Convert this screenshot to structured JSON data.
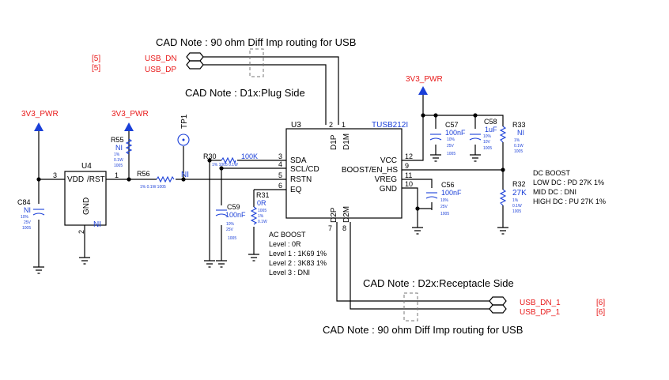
{
  "notes": {
    "cad_top": "CAD Note : 90 ohm Diff Imp routing for USB",
    "cad_plug": "CAD Note : D1x:Plug Side",
    "cad_recep": "CAD Note : D2x:Receptacle Side",
    "cad_bottom": "CAD Note : 90 ohm Diff Imp routing for USB"
  },
  "nets": {
    "usb_dn": "USB_DN",
    "usb_dp": "USB_DP",
    "usb_dn_1": "USB_DN_1",
    "usb_dp_1": "USB_DP_1",
    "pwr": "3V3_PWR",
    "ref5": "[5]",
    "ref6": "[6]"
  },
  "u3": {
    "ref": "U3",
    "part": "TUSB212I",
    "pins": [
      {
        "num": "3",
        "name": "SDA"
      },
      {
        "num": "4",
        "name": "SCL/CD"
      },
      {
        "num": "5",
        "name": "RSTN"
      },
      {
        "num": "6",
        "name": "EQ"
      },
      {
        "num": "12",
        "name": "VCC"
      },
      {
        "num": "9",
        "name": "BOOST/EN_HS"
      },
      {
        "num": "11",
        "name": "VREG"
      },
      {
        "num": "10",
        "name": "GND"
      },
      {
        "num": "2",
        "name": "D1P"
      },
      {
        "num": "1",
        "name": "D1M"
      },
      {
        "num": "7",
        "name": "D2P"
      },
      {
        "num": "8",
        "name": "D2M"
      }
    ]
  },
  "u4": {
    "ref": "U4",
    "pins": [
      {
        "num": "3",
        "name": "VDD"
      },
      {
        "num": "1",
        "name": "/RST"
      },
      {
        "num": "2",
        "name": "GND"
      }
    ],
    "ni": "NI"
  },
  "tp1": {
    "ref": "TP1"
  },
  "components": {
    "C84": {
      "ref": "C84",
      "val": "NI",
      "spec": [
        "10%",
        "25V",
        "1005"
      ]
    },
    "R55": {
      "ref": "R55",
      "val": "NI",
      "spec": [
        "1%",
        "0.1W",
        "1005"
      ]
    },
    "R56": {
      "ref": "R56",
      "spec": "1%    0.1W   1005",
      "ni": "NI"
    },
    "R30": {
      "ref": "R30",
      "val": "100K",
      "spec": "1%     1005  0.1W"
    },
    "C59": {
      "ref": "C59",
      "val": "100nF",
      "spec": [
        "10%",
        "25V",
        "1005"
      ]
    },
    "R31": {
      "ref": "R31",
      "val": "0R",
      "spec": [
        "1005",
        "1%",
        "0.1W"
      ]
    },
    "C57": {
      "ref": "C57",
      "val": "100nF",
      "spec": [
        "10%",
        "25V",
        "1005"
      ]
    },
    "C58": {
      "ref": "C58",
      "val": "1uF",
      "spec": [
        "10%",
        "10V",
        "1005"
      ]
    },
    "R33": {
      "ref": "R33",
      "val": "NI",
      "spec": [
        "1%",
        "0.1W",
        "1005"
      ]
    },
    "C56": {
      "ref": "C56",
      "val": "100nF",
      "spec": [
        "10%",
        "25V",
        "1005"
      ]
    },
    "R32": {
      "ref": "R32",
      "val": "27K",
      "spec": [
        "1%",
        "0.1W",
        "1005"
      ]
    }
  },
  "ac_boost": [
    "AC BOOST",
    "Level : 0R",
    "Level 1 : 1K69 1%",
    "Level 2 : 3K83 1%",
    "Level 3 : DNI"
  ],
  "dc_boost": [
    "DC BOOST",
    "LOW DC : PD 27K 1%",
    "MID DC : DNI",
    "HIGH DC : PU 27K 1%"
  ]
}
